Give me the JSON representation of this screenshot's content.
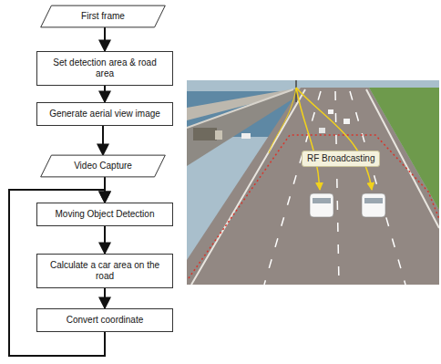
{
  "diagram": {
    "nodes": [
      {
        "text": [
          "First frame"
        ]
      },
      {
        "text": [
          "Set detection area & road area"
        ]
      },
      {
        "text": [
          "Generate aerial view image"
        ]
      },
      {
        "text": [
          "Video Capture"
        ]
      },
      {
        "text": [
          "Moving Object Detection"
        ]
      },
      {
        "text": [
          "Calculate a car area on the road"
        ]
      },
      {
        "text": [
          "Convert coordinate"
        ]
      }
    ],
    "edges": [
      {
        "from": 0,
        "to": 1,
        "arrow": "to"
      },
      {
        "from": 1,
        "to": 2,
        "arrow": "to"
      },
      {
        "from": 2,
        "to": 3,
        "arrow": "to"
      },
      {
        "from": 3,
        "to": 4,
        "arrow": "to"
      },
      {
        "from": 4,
        "to": 5,
        "arrow": "to"
      },
      {
        "from": 5,
        "to": 6,
        "arrow": "to"
      },
      {
        "from": 6,
        "to": 4,
        "arrow": "to"
      }
    ],
    "labels": [
      "RF Broadcasting"
    ]
  }
}
